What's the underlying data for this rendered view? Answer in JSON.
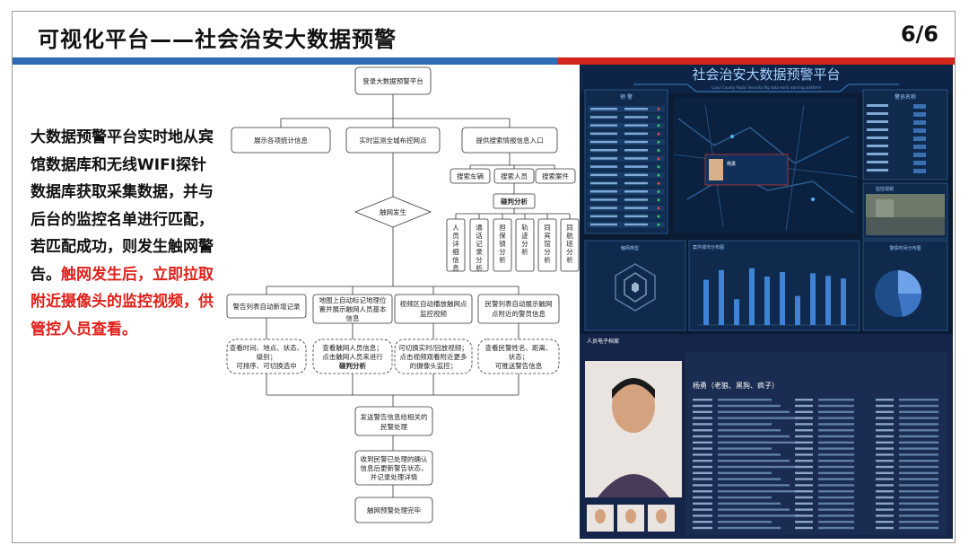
{
  "slide": {
    "title": "可视化平台——社会治安大数据预警",
    "page": "6/6",
    "desc_normal": "大数据预警平台实时地从宾馆数据库和无线WIFI探针数据库获取采集数据，并与后台的监控名单进行匹配，若匹配成功，则发生触网警告。",
    "desc_red": "触网发生后，立即拉取附近摄像头的监控视频，供管控人员查看。"
  },
  "flow": {
    "login": "登录大数据预警平台",
    "show_stats": "展示各项统计信息",
    "monitor": "实时监测全城布控网点",
    "search_entry": "提供搜索情报信息入口",
    "search_car": "搜索车辆",
    "search_person": "搜索人员",
    "search_case": "搜索案件",
    "analysis": "碰判分析",
    "an1": "人员详细信息",
    "an2": "通话记录分析",
    "an3": "担保锁分析",
    "an4": "轨迹分析",
    "an5": "同宾馆分析",
    "an6": "同航班分析",
    "trigger": "触网发生",
    "r1": "警告列表自动新增记录",
    "r2a": "地图上自动标记地理位",
    "r2b": "置并展示触网人员基本",
    "r2c": "信息",
    "r3a": "视频区自动播放触网点",
    "r3b": "监控视频",
    "r4a": "民警列表自动展示触网",
    "r4b": "点附近的警员信息",
    "d1a": "查看时间、地点、状态、",
    "d1b": "级别；",
    "d1c": "可排序、可切换选中",
    "d2a": "查看触网人员信息；",
    "d2b": "点击触网人员来进行",
    "d2c": "碰判分析",
    "d3a": "可切换实时/回放视频；",
    "d3b": "点击视频观看附近更多",
    "d3c": "的摄像头监控；",
    "d4a": "查看民警姓名、距离、",
    "d4b": "状态；",
    "d4c": "可推送警告信息",
    "send_a": "发送警告信息给相关的",
    "send_b": "民警处理",
    "recv_a": "收到民警已处理的确认",
    "recv_b": "信息后更新警告状态，",
    "recv_c": "并记录处理详情",
    "end": "触网预警处理完毕"
  },
  "dashboard": {
    "title": "社会治安大数据预警平台",
    "subtitle": "Luoyi County Public Security Big data early warning platform",
    "panel_warning": "预 警",
    "panel_police": "警员名称",
    "panel_video": "监控视频",
    "panel_type": "触网类型",
    "panel_trend": "案件城市分布图",
    "panel_pie": "警情时间分布图",
    "profile_title": "人员电子档案",
    "person_name": "杨勇（老狼、黑狗、疯子）",
    "map_popup_name": "杨勇"
  },
  "chart_data": {
    "type": "bar",
    "title": "案件城市分布图",
    "values": [
      70,
      85,
      40,
      88,
      75,
      82,
      45,
      80,
      76,
      72
    ]
  }
}
